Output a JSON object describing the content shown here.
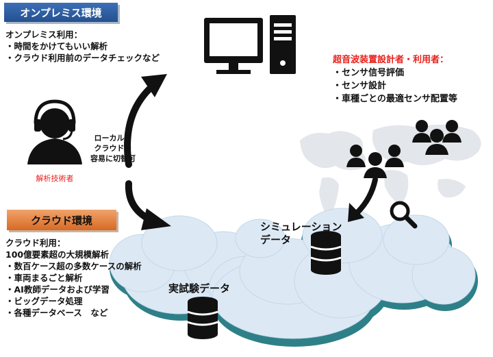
{
  "onpremise": {
    "title": "オンプレミス環境",
    "usage_heading": "オンプレミス利用：",
    "usage_items": [
      "・時間をかけてもいい解析",
      "・クラウド利用前のデータチェックなど"
    ]
  },
  "engineer": {
    "label": "解析技術者",
    "switch_note": [
      "ローカルと",
      "クラウドを",
      "容易に切替可"
    ]
  },
  "designers": {
    "heading": "超音波装置設計者・利用者：",
    "items": [
      "・センサ信号評価",
      "・センサ設計",
      "・車種ごとの最適センサ配置等"
    ]
  },
  "cloud": {
    "title": "クラウド環境",
    "usage_heading": "クラウド利用：",
    "usage_items": [
      "100億要素超の大規模解析",
      "・数百ケース超の多数ケースの解析",
      "・車両まるごと解析",
      "・AI教師データおよび学習",
      "・ビッグデータ処理",
      "・各種データベース　など"
    ],
    "sim_data_label": [
      "シミュレーション",
      "データ"
    ],
    "exp_data_label": "実試験データ"
  },
  "colors": {
    "onpremise_label": "#2f5fa5",
    "cloud_label": "#e07a35",
    "accent_red": "#e8201c",
    "cloud_fill": "#dce9f5",
    "cloud_shadow": "#2e8088"
  }
}
